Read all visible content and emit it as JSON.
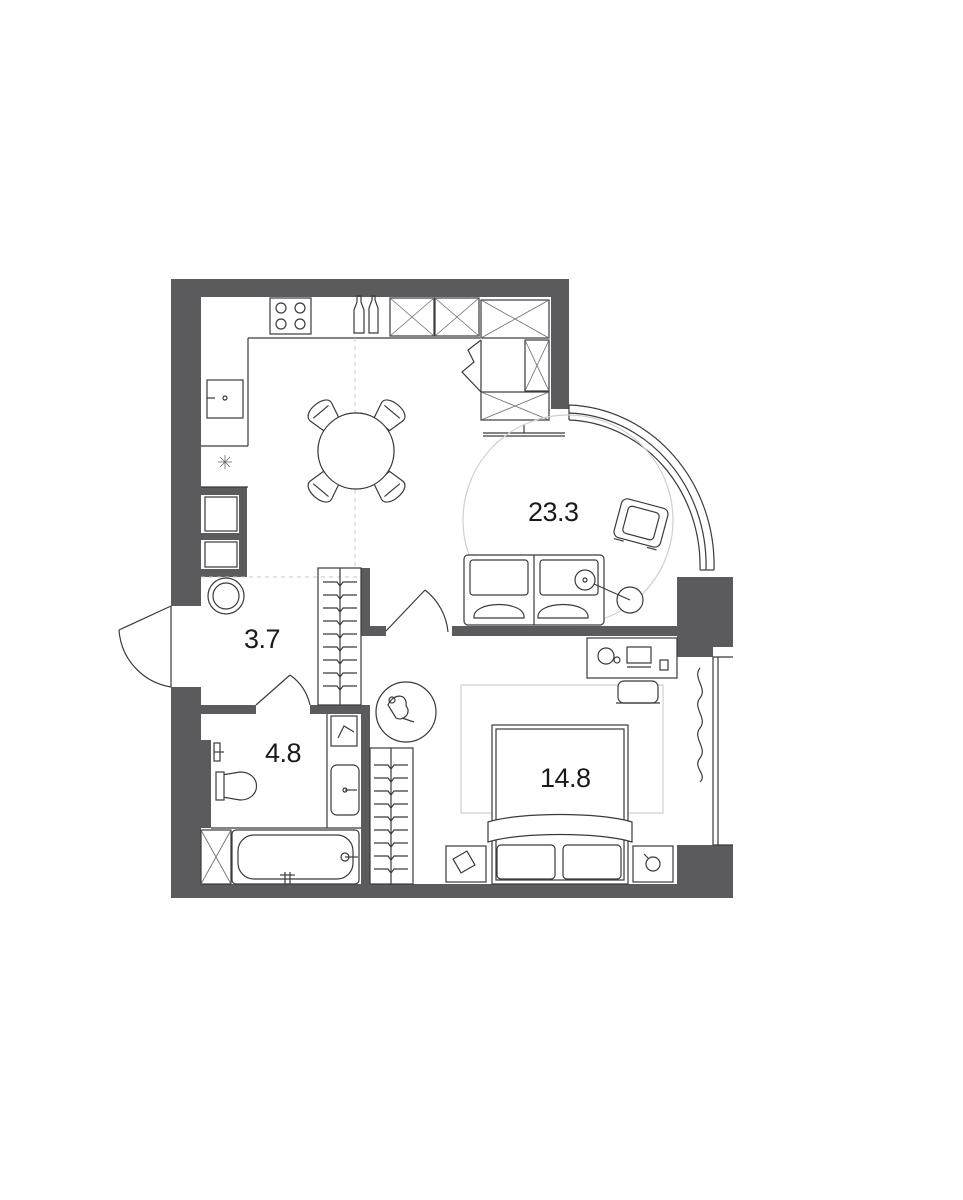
{
  "rooms": {
    "living_kitchen": {
      "area": "23.3"
    },
    "hall": {
      "area": "3.7"
    },
    "bathroom": {
      "area": "4.8"
    },
    "bedroom": {
      "area": "14.8"
    }
  },
  "colors": {
    "wall": "#5b5b5d",
    "line": "#3a3a3a",
    "dashed": "#c9c9c9",
    "background": "#ffffff"
  }
}
